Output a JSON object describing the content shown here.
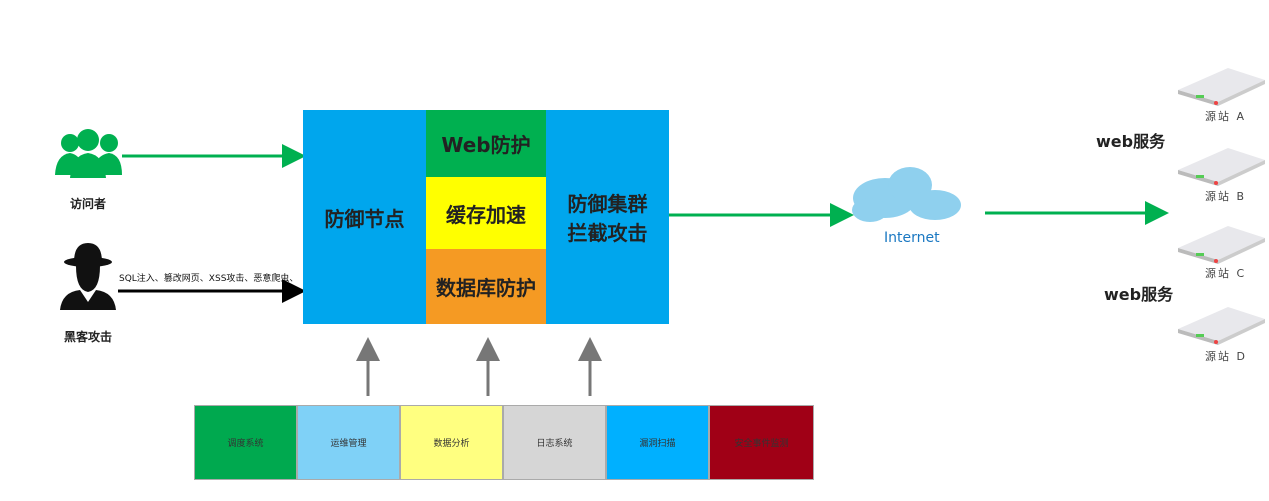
{
  "visitor": {
    "label": "访问者"
  },
  "hacker": {
    "label": "黑客攻击",
    "attack_text": "SQL注入、篡改网页、XSS攻击、恶意爬虫、"
  },
  "core": {
    "node": "防御节点",
    "web": "Web防护",
    "cache": "缓存加速",
    "db": "数据库防护",
    "cluster_line1": "防御集群",
    "cluster_line2": "拦截攻击"
  },
  "internet": {
    "label": "Internet"
  },
  "services": {
    "label1": "web服务",
    "label2": "web服务"
  },
  "servers": [
    "源站 A",
    "源站 B",
    "源站 C",
    "源站 D"
  ],
  "systems": [
    {
      "label": "调度系统",
      "color": "#00a94f"
    },
    {
      "label": "运维管理",
      "color": "#7fd1f7"
    },
    {
      "label": "数据分析",
      "color": "#ffff80"
    },
    {
      "label": "日志系统",
      "color": "#d6d6d6"
    },
    {
      "label": "漏洞扫描",
      "color": "#00b0ff"
    },
    {
      "label": "安全事件监测",
      "color": "#a00016"
    }
  ]
}
